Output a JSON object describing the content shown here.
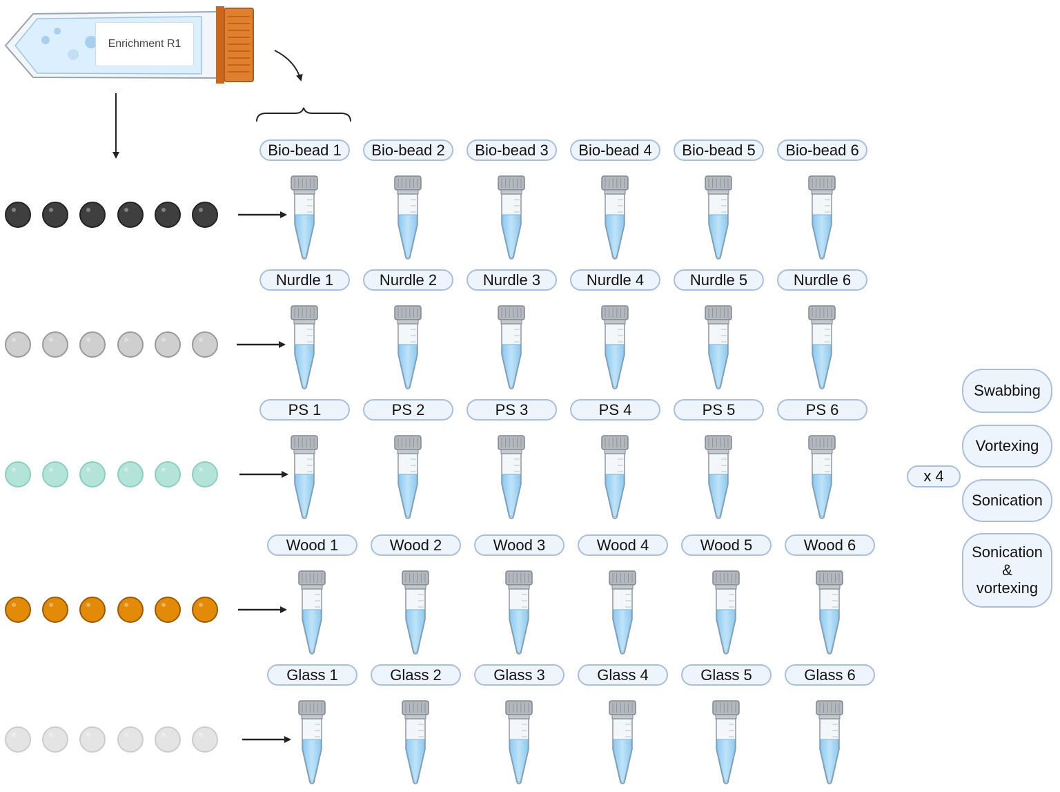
{
  "flask": {
    "label": "Enrichment R1",
    "cap_color": "#d9792b",
    "liquid_color": "#dcefff"
  },
  "material_rows": [
    {
      "name": "bio-bead",
      "bead_color": "#3f3f3f",
      "bead_stroke": "#222222",
      "labels": [
        "Bio-bead 1",
        "Bio-bead 2",
        "Bio-bead 3",
        "Bio-bead 4",
        "Bio-bead 5",
        "Bio-bead 6"
      ]
    },
    {
      "name": "nurdle",
      "bead_color": "#cfcfcf",
      "bead_stroke": "#9a9a9a",
      "labels": [
        "Nurdle 1",
        "Nurdle 2",
        "Nurdle 3",
        "Nurdle 4",
        "Nurdle 5",
        "Nurdle 6"
      ]
    },
    {
      "name": "ps",
      "bead_color": "#b3e3d9",
      "bead_stroke": "#8ccfc1",
      "labels": [
        "PS 1",
        "PS 2",
        "PS 3",
        "PS 4",
        "PS 5",
        "PS 6"
      ]
    },
    {
      "name": "wood",
      "bead_color": "#e38a08",
      "bead_stroke": "#9c5a00",
      "labels": [
        "Wood 1",
        "Wood 2",
        "Wood 3",
        "Wood 4",
        "Wood 5",
        "Wood 6"
      ]
    },
    {
      "name": "glass",
      "bead_color": "#e4e4e4",
      "bead_stroke": "#cccccc",
      "labels": [
        "Glass 1",
        "Glass 2",
        "Glass 3",
        "Glass 4",
        "Glass 5",
        "Glass 6"
      ]
    }
  ],
  "replicates": "x 4",
  "methods": [
    {
      "lines": [
        "Swabbing"
      ]
    },
    {
      "lines": [
        "Vortexing"
      ]
    },
    {
      "lines": [
        "Sonication"
      ]
    },
    {
      "lines": [
        "Sonication",
        "&",
        "vortexing"
      ]
    }
  ],
  "colors": {
    "pill_border": "#a9bfdc",
    "pill_fill": "#eef4fc",
    "tube_liquid": "#9fd3f2",
    "tube_cap": "#a8adb3"
  }
}
